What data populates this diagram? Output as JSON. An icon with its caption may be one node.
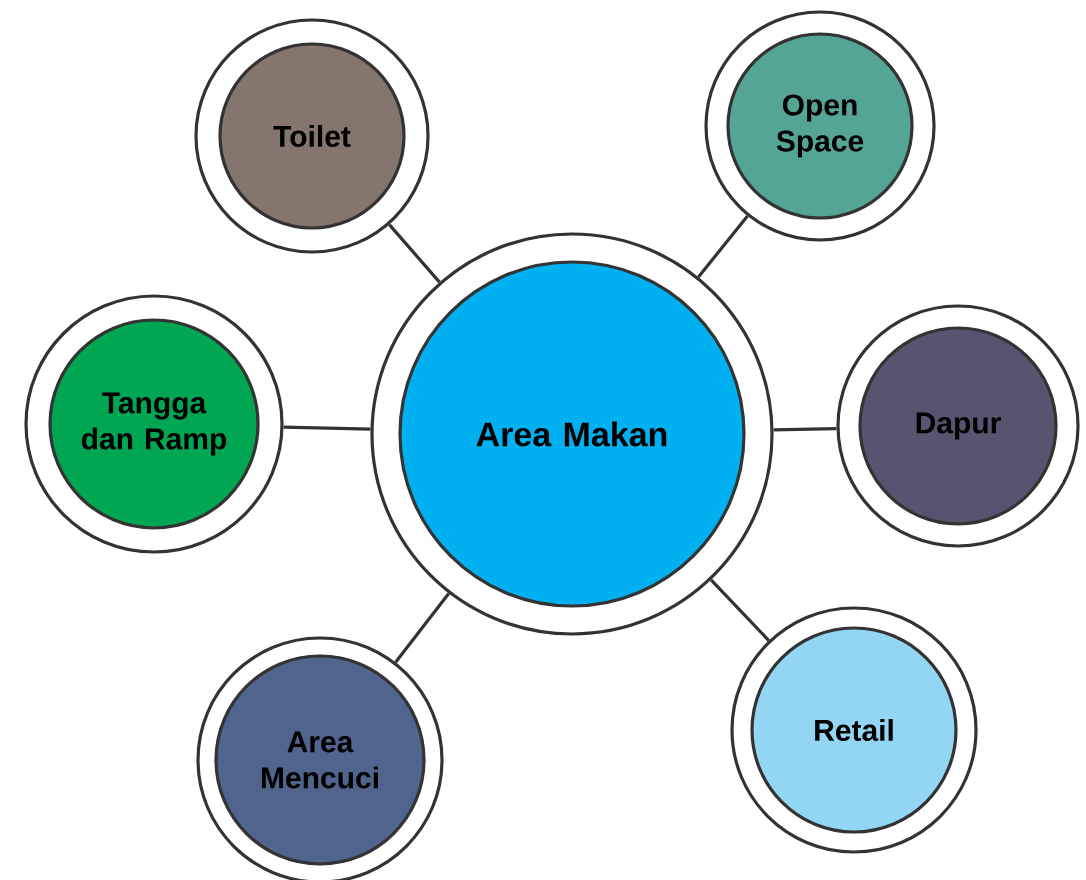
{
  "diagram": {
    "nodes": [
      {
        "text": [
          "Toilet"
        ]
      },
      {
        "text": [
          "Open Space"
        ]
      },
      {
        "text": [
          "Tangga dan Ramp"
        ]
      },
      {
        "text": [
          "Area Makan"
        ]
      },
      {
        "text": [
          "Dapur"
        ]
      },
      {
        "text": [
          "Area Mencuci"
        ]
      },
      {
        "text": [
          "Retail"
        ]
      }
    ],
    "edges": [
      {
        "from": 3,
        "to": 0,
        "arrow": "none"
      },
      {
        "from": 3,
        "to": 1,
        "arrow": "none"
      },
      {
        "from": 3,
        "to": 2,
        "arrow": "none"
      },
      {
        "from": 3,
        "to": 4,
        "arrow": "none"
      },
      {
        "from": 3,
        "to": 5,
        "arrow": "none"
      },
      {
        "from": 3,
        "to": 6,
        "arrow": "none"
      }
    ]
  }
}
